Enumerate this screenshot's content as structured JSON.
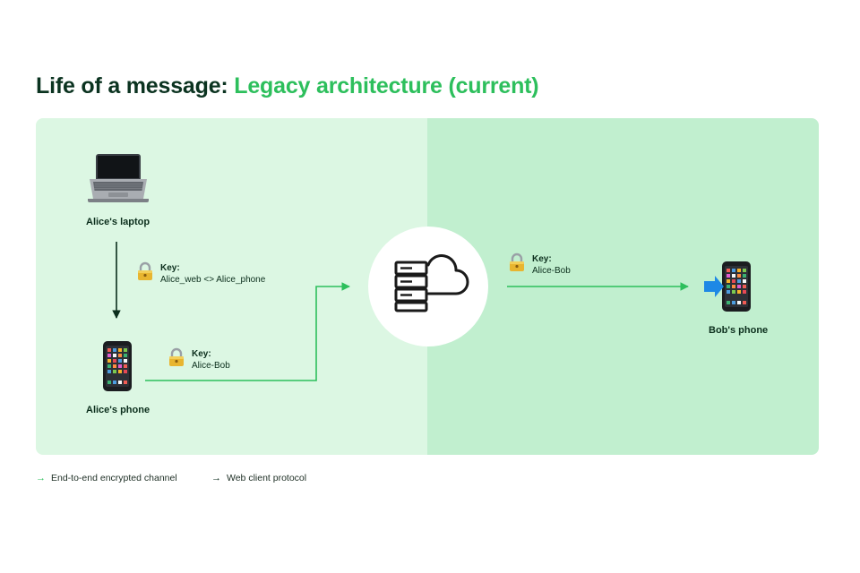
{
  "header": {
    "title_prefix": "Life of a message:",
    "title_highlight": "Legacy architecture (current)"
  },
  "nodes": {
    "alice_laptop": {
      "label": "Alice's laptop",
      "icon": "laptop-icon"
    },
    "alice_phone": {
      "label": "Alice's phone",
      "icon": "smartphone-icon"
    },
    "server": {
      "icon": "server-cloud-icon"
    },
    "bob_phone": {
      "label": "Bob's phone",
      "icon": "smartphone-incoming-icon"
    }
  },
  "keys": [
    {
      "title": "Key:",
      "value": "Alice_web <> Alice_phone"
    },
    {
      "title": "Key:",
      "value": "Alice-Bob"
    },
    {
      "title": "Key:",
      "value": "Alice-Bob"
    }
  ],
  "legend": {
    "e2e_label": "End-to-end encrypted channel",
    "web_label": "Web client protocol"
  },
  "colors": {
    "accent_green": "#2dbf5c",
    "dark_green": "#0b3320",
    "panel_left": "#dcf7e3",
    "panel_right": "#c1efcf",
    "web_arrow": "#0b2e1c"
  }
}
